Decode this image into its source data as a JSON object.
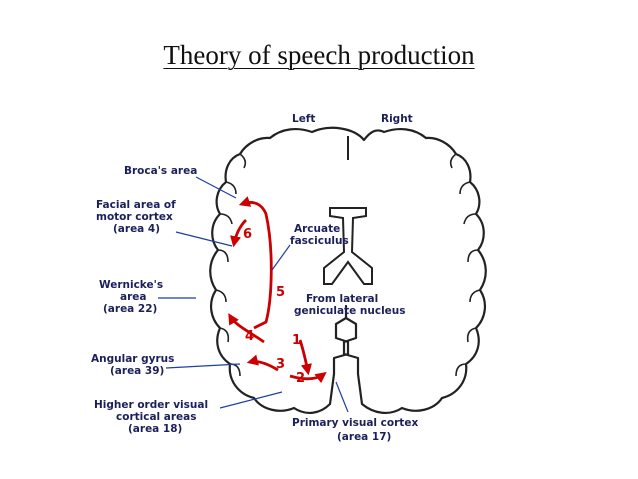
{
  "title": "Theory of speech production",
  "labels": {
    "left": "Left",
    "right": "Right",
    "broca": "Broca's area",
    "facial_1": "Facial area of",
    "facial_2": "motor cortex",
    "facial_3": "(area 4)",
    "wernicke_1": "Wernicke's",
    "wernicke_2": "area",
    "wernicke_3": "(area 22)",
    "angular_1": "Angular gyrus",
    "angular_2": "(area 39)",
    "higher_1": "Higher order visual",
    "higher_2": "cortical areas",
    "higher_3": "(area 18)",
    "arcuate_1": "Arcuate",
    "arcuate_2": "fasciculus",
    "lgn_1": "From lateral",
    "lgn_2": "geniculate nucleus",
    "primary_1": "Primary visual cortex",
    "primary_2": "(area 17)"
  },
  "steps": [
    "1",
    "2",
    "3",
    "4",
    "5",
    "6"
  ],
  "colors": {
    "arrow": "#cc0000",
    "line": "#1f3f9f",
    "label": "#1b1f5a",
    "outline": "#222222"
  }
}
